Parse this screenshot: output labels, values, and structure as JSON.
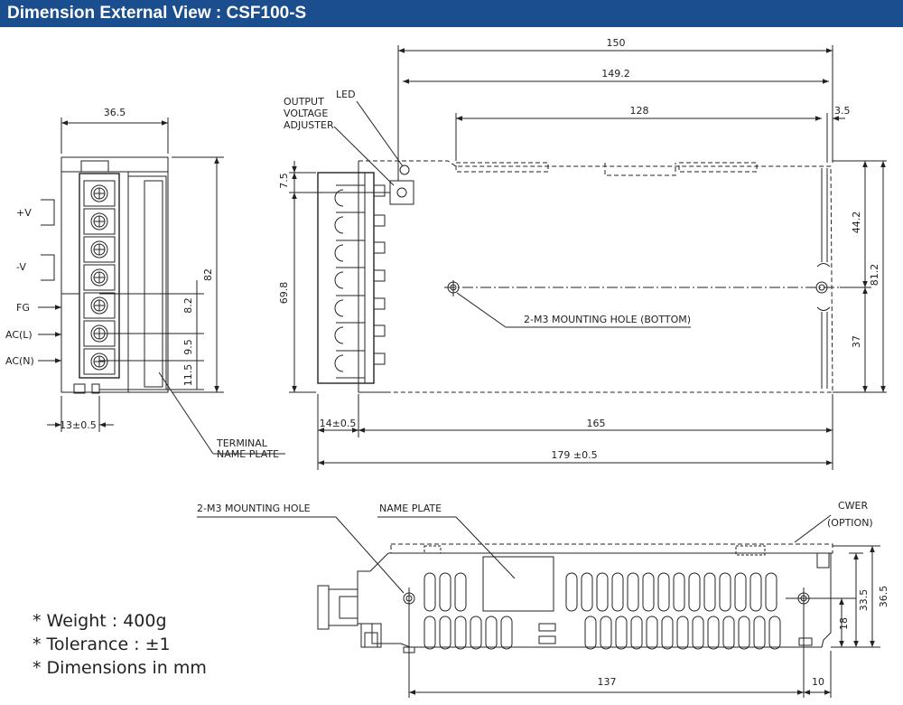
{
  "header": {
    "title": "Dimension External View : CSF100-S",
    "bg": "#1b4e8e"
  },
  "front_view": {
    "width_dim": "36.5",
    "height_dim": "82",
    "dim_8_2": "8.2",
    "dim_9_5": "9.5",
    "dim_11_5": "11.5",
    "bottom_dim": "13±0.5",
    "labels": {
      "plus_v": "+V",
      "minus_v": "-V",
      "fg": "FG",
      "acl": "AC(L)",
      "acn": "AC(N)"
    },
    "terminal_plate": [
      "TERMINAL",
      "NAME PLATE"
    ]
  },
  "top_view": {
    "dim_150": "150",
    "dim_149_2": "149.2",
    "dim_128": "128",
    "dim_3_5": "3.5",
    "dim_7_5": "7.5",
    "dim_69_8": "69.8",
    "dim_44_2": "44.2",
    "dim_81_2": "81.2",
    "dim_37": "37",
    "dim_14": "14±0.5",
    "dim_165": "165",
    "dim_179": "179 ±0.5",
    "led_label": "LED",
    "adjuster_label": [
      "OUTPUT",
      "VOLTAGE",
      "ADJUSTER"
    ],
    "mount_bottom": "2-M3 MOUNTING HOLE (BOTTOM)"
  },
  "side_view": {
    "mount_label": "2-M3 MOUNTING HOLE",
    "name_plate": "NAME PLATE",
    "cover_label": [
      "CWER",
      "(OPTION)"
    ],
    "dim_33_5": "33.5",
    "dim_36_5": "36.5",
    "dim_18": "18",
    "dim_137": "137",
    "dim_10": "10"
  },
  "notes": [
    "* Weight : 400g",
    "* Tolerance : ±1",
    "* Dimensions in mm"
  ]
}
